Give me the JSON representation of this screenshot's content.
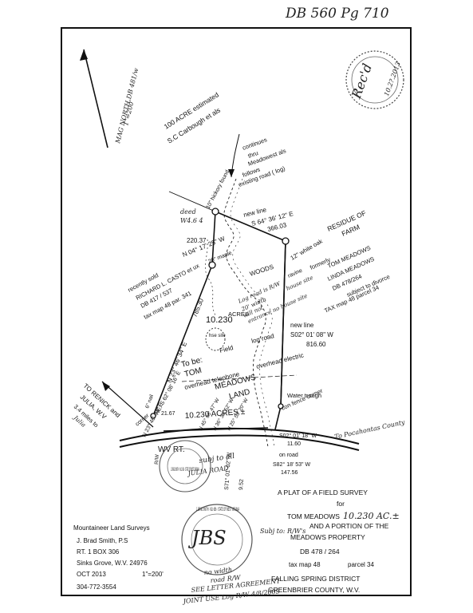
{
  "header_ref": "DB 560 Pg 710",
  "north_arrow": {
    "label": "MAG NORTH DB 481/w",
    "scale_note": "1\"=200'"
  },
  "seal_top": {
    "signature": "Rec'd",
    "date": "10.2?.2013"
  },
  "labels": {
    "adjoiner_north": "100 ACRE estimated",
    "adjoiner_north_owner": "S.C Carbough et als",
    "continues": "continues",
    "thru": "thru",
    "meadowest": "Meadowest als",
    "follows": "follows",
    "existing_road": "existing road ( log)",
    "deed_lbl": "deed",
    "deed_val": "W4.6 4",
    "hickory_found": "10\" hickory found",
    "new_line_top": "new line",
    "bearing_top": "S 64° 36' 12\" E",
    "dist_top": "366.03",
    "residue_of": "RESIDUE OF",
    "farm": "FARM",
    "white_oak": "12\" white oak",
    "formerly": "formerly",
    "tom_meadows_adj": "TOM MEADOWS",
    "linda_meadows": "LINDA MEADOWS",
    "db_478": "DB 478/264",
    "subject_divorce": "subject to divorce",
    "tax_map_34": "TAX map 48 parcel 34",
    "ravine": "ravine",
    "house_site": "house site",
    "dist_left_top": "220.37",
    "bearing_left_top": "N 04° 17' 25\" W",
    "maple": "20\" maple",
    "recently_sold": "recently sold",
    "casto": "RICHARD L. CASTO et ux",
    "db_417": "DB 417 / 537",
    "tax_map_341": "tax map 48 par. 341",
    "woods": "WOODS",
    "log_road_note": "Log road is R/W",
    "width_note": "20' width",
    "will_not": "will not",
    "entrance_note": "entrance no house site",
    "acres_center": "10.230",
    "acres_word": "ACRES",
    "house_site_center": "hse site",
    "bearing_west": "N 23° 46' 34\" E",
    "dist_west": "785.30",
    "field": "Field",
    "to_be": "To be:",
    "tom": "TOM",
    "overhead_telephone": "overhead telephone",
    "meadows": "MEADOWS",
    "land": "LAND",
    "overhead_electric": "overhead electric",
    "log_road": "log road",
    "new_line_east": "new line",
    "bearing_east": "S02° 01' 08\" W",
    "dist_east": "816.60",
    "acres_main": "10.230 ACRES ±",
    "water_trough": "Water trough",
    "con_fence": "con fence corner",
    "nail_note": "6\" nail",
    "bearing_sw": "N 23° 46' 34\" E",
    "dist_sw": "21.67",
    "joint_ne": "NE: S 62° 08' 16\" E",
    "to_renick": "TO RENICK and",
    "julia": "JULIA, W.V",
    "miles": "3.4 miles to",
    "julia2": "Julia",
    "corner": "corner",
    "pocahontas": "To Pocahontas County",
    "wv_rt": "WV RT.",
    "subj_all": "subj to all",
    "julia_road": "JULIA ROAD",
    "curve_1": "N 45° 08' 47\" W",
    "curve_2": "N 36° 38' 52\" W",
    "curve_3": "N 25° 53' 20\" W",
    "bearing_se": "S02° 01' 18\" W",
    "dist_se": "11.60",
    "bearing_s": "S71° 01' 02\" W",
    "dist_s": "9.52",
    "bearing_sse": "S82° 18' 53\" W",
    "dist_sse": "147.56",
    "on_road": "on road",
    "rw_note": "R/W"
  },
  "title_block": {
    "line1": "A  PLAT  OF  A  FIELD  SURVEY",
    "line2": "for",
    "line3": "TOM  MEADOWS",
    "line3_acres": "10.230 AC.±",
    "line4": "AND  A  PORTION  OF  THE",
    "line5": "MEADOWS  PROPERTY",
    "line6": "DB 478 / 264",
    "line7_a": "tax map 48",
    "line7_b": "parcel 34",
    "line8": "FALLING  SPRING  DISTRICT",
    "line9": "GREENBRIER  COUNTY,  W.V.",
    "subj_note": "Subj to: R/W's"
  },
  "surveyor_block": {
    "firm": "Mountaineer Land Surveys",
    "name": "J. Brad Smith, P.S",
    "address1": "RT. 1   BOX 306",
    "address2": "Sinks Grove, W.V. 24976",
    "date": "OCT 2013",
    "scale": "1\"=200'",
    "phone": "304-772-3554"
  },
  "handwritten_bottom": {
    "line1": "no width",
    "line2": "road R/W",
    "line3": "SEE LETTER AGREEMENT",
    "line4": "JOINT USE Log R/W 4/8/2005"
  },
  "seal_upper": {
    "text": "J. BRAD SMITH · NO. 656 · STATE OF WEST VIRGINIA"
  },
  "seal_lower": {
    "text": "J. BRAD SMITH · NO. 656 · STATE OF WEST VIRGINIA",
    "signature": "JBS"
  }
}
